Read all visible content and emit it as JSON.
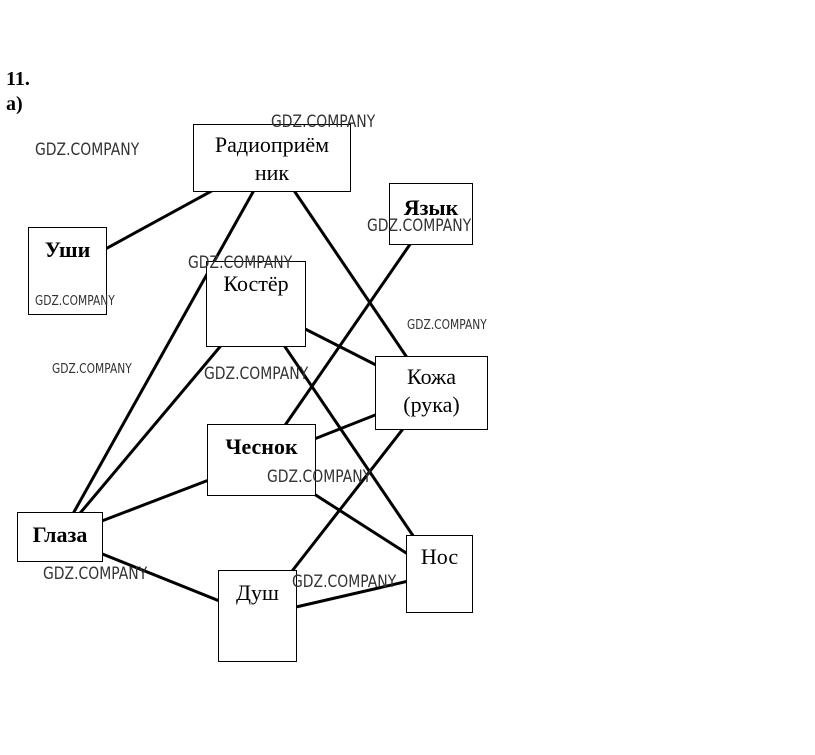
{
  "heading": {
    "number": "11.",
    "part": "а)"
  },
  "nodes": {
    "radio": "Радиоприём ник",
    "yazyk": "Язык",
    "ushi": "Уши",
    "koster": "Костёр",
    "kozha": "Кожа (рука)",
    "chesnok": "Чеснок",
    "glaza": "Глаза",
    "nos": "Нос",
    "dush": "Душ"
  },
  "edges": [
    [
      "radio",
      "ushi"
    ],
    [
      "radio",
      "glaza"
    ],
    [
      "radio",
      "kozha"
    ],
    [
      "yazyk",
      "chesnok"
    ],
    [
      "koster",
      "glaza"
    ],
    [
      "koster",
      "kozha"
    ],
    [
      "koster",
      "nos"
    ],
    [
      "chesnok",
      "glaza"
    ],
    [
      "chesnok",
      "kozha"
    ],
    [
      "chesnok",
      "nos"
    ],
    [
      "kozha",
      "dush"
    ],
    [
      "glaza",
      "dush"
    ],
    [
      "nos",
      "dush"
    ]
  ],
  "watermark": "GDZ.COMPANY"
}
